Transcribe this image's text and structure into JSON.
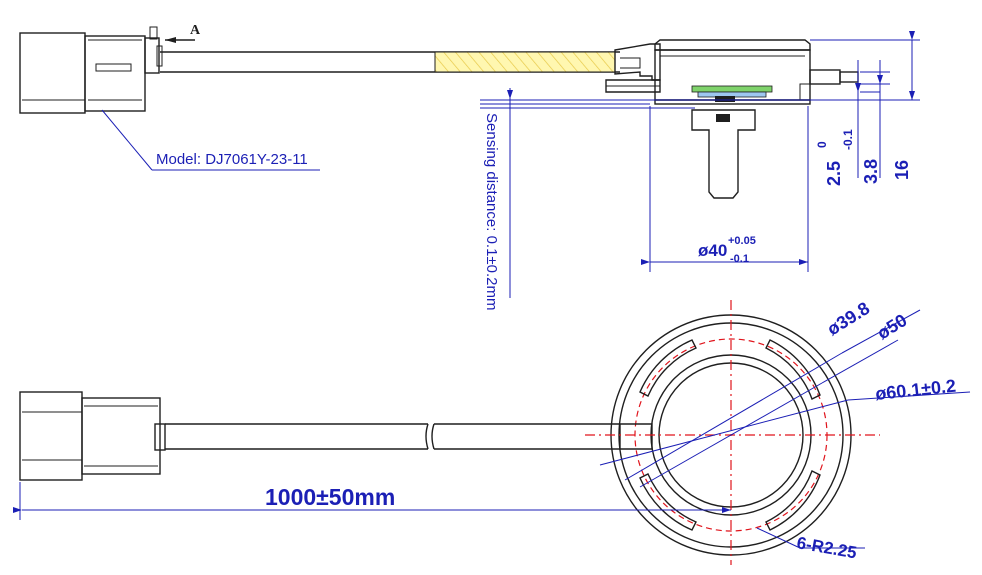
{
  "colors": {
    "line": "#1f1f1f",
    "dimension": "#1b1fb5",
    "centerline": "#e0141c",
    "body_fill": "#f4e54a",
    "probe_fill": "#f6dc7c",
    "sensor_green": "#7fd36b",
    "sensor_blue": "#9ec7f0"
  },
  "labels": {
    "view_marker": "A",
    "model": "Model: DJ7061Y-23-11",
    "sensing_distance": "Sensing distance: 0.1±0.2mm",
    "cable_length": "1000±50mm",
    "hole_radius": "6-R2.25"
  },
  "dimensions": {
    "width_40": {
      "base": "ø40",
      "tol_upper": "+0.05",
      "tol_lower": "-0.1"
    },
    "height_2_5": {
      "base": "2.5",
      "tol_upper": "0",
      "tol_lower": "-0.1"
    },
    "height_3_8": "3.8",
    "height_16": "16",
    "dia_39_8": "ø39.8",
    "dia_50": "ø50",
    "dia_60_1": "ø60.1±0.2"
  }
}
